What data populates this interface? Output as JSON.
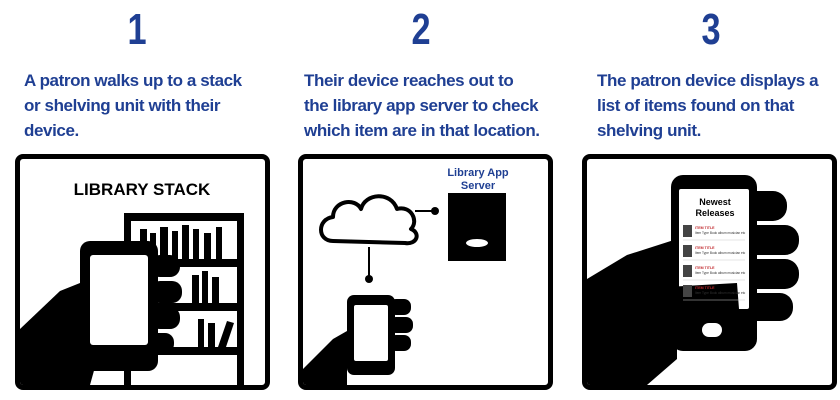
{
  "steps": [
    {
      "number": "1",
      "lines": [
        "A patron walks up to a stack",
        "or shelving unit with their",
        "device."
      ],
      "panel_label": "LIBRARY STACK"
    },
    {
      "number": "2",
      "lines": [
        "Their device reaches out to",
        "the library app server to check",
        "which item are in that location."
      ],
      "panel_label_line1": "Library App",
      "panel_label_line2": "Server"
    },
    {
      "number": "3",
      "lines": [
        "The patron device displays a",
        "list of items found on that",
        "shelving unit."
      ],
      "screen_title_line1": "Newest",
      "screen_title_line2": "Releases",
      "list_items": [
        {
          "title": "ITEM TITLE",
          "desc": "Item Type Book album musician etc"
        },
        {
          "title": "ITEM TITLE",
          "desc": "Item Type Book album musician etc"
        },
        {
          "title": "ITEM TITLE",
          "desc": "Item Type Book album musician etc"
        },
        {
          "title": "ITEM TITLE",
          "desc": "Item Type Book album musician etc"
        }
      ]
    }
  ],
  "colors": {
    "accent": "#1f3f93",
    "ink": "#000000",
    "item_title": "#c0282d"
  }
}
